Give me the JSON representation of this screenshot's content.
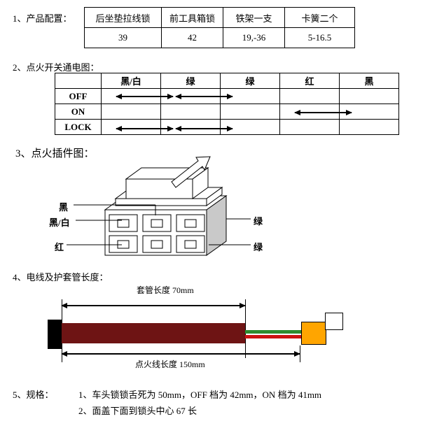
{
  "sections": {
    "s1_title": "1、产品配置：",
    "s2_title": "2、点火开关通电图：",
    "s3_title": "3、点火插件图：",
    "s4_title": "4、电线及护套管长度：",
    "s5_title": "5、规格："
  },
  "config_table": {
    "headers": [
      "后坐垫拉线锁",
      "前工具箱锁",
      "铁架一支",
      "卡簧二个"
    ],
    "values": [
      "39",
      "42",
      "19,-36",
      "5-16.5"
    ]
  },
  "ignition_table": {
    "columns": [
      "黑/白",
      "绿",
      "绿",
      "红",
      "黑"
    ],
    "rows": [
      "OFF",
      "ON",
      "LOCK"
    ],
    "arrows": [
      {
        "row": 0,
        "from": 0,
        "to": 1
      },
      {
        "row": 0,
        "from": 1,
        "to": 2
      },
      {
        "row": 1,
        "from": 3,
        "to": 4
      },
      {
        "row": 2,
        "from": 0,
        "to": 1
      },
      {
        "row": 2,
        "from": 1,
        "to": 2
      }
    ]
  },
  "connector_diagram": {
    "labels_left": [
      "黑",
      "黑/白",
      "红"
    ],
    "labels_right": [
      "绿",
      "绿"
    ]
  },
  "wire_diagram": {
    "sheath_length_label": "套管长度 70mm",
    "wire_length_label": "点火线长度 150mm",
    "colors": {
      "sheath": "#6e1414",
      "connector": "#ffa500",
      "wire_red": "#cc1111",
      "wire_green": "#2e8b2e",
      "end_block": "#000000"
    }
  },
  "specs": [
    "1、车头锁锁舌死为 50mm，OFF 档为 42mm，ON 档为 41mm",
    "2、面盖下面到锁头中心 67 长"
  ]
}
